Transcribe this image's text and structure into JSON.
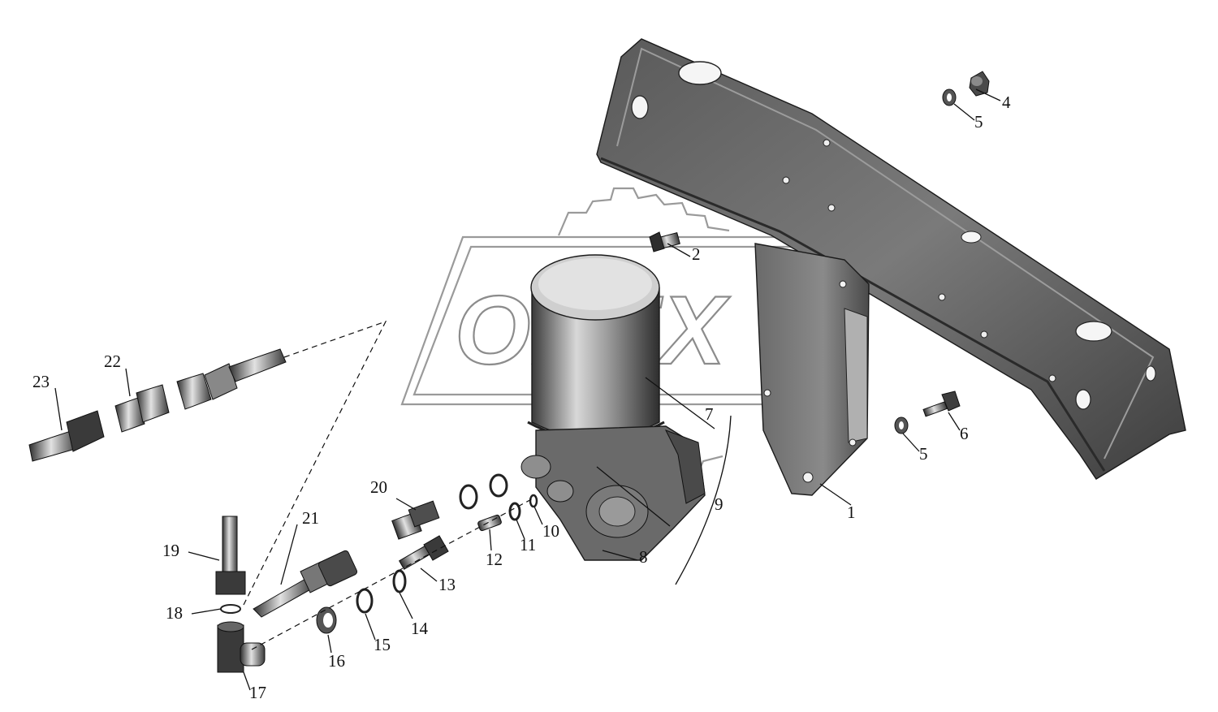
{
  "diagram": {
    "watermark_text": "OPEX",
    "colors": {
      "background": "#ffffff",
      "part_dark": "#3f3f3f",
      "part_mid": "#6d6d6d",
      "part_light": "#bdbdbd",
      "line": "#111111"
    },
    "labels": {
      "l1": "1",
      "l2": "2",
      "l4": "4",
      "l5a": "5",
      "l5b": "5",
      "l6": "6",
      "l7": "7",
      "l8": "8",
      "l9": "9",
      "l10": "10",
      "l11": "11",
      "l12": "12",
      "l13": "13",
      "l14": "14",
      "l15": "15",
      "l16": "16",
      "l17": "17",
      "l18": "18",
      "l19": "19",
      "l20": "20",
      "l21": "21",
      "l22": "22",
      "l23": "23"
    }
  }
}
